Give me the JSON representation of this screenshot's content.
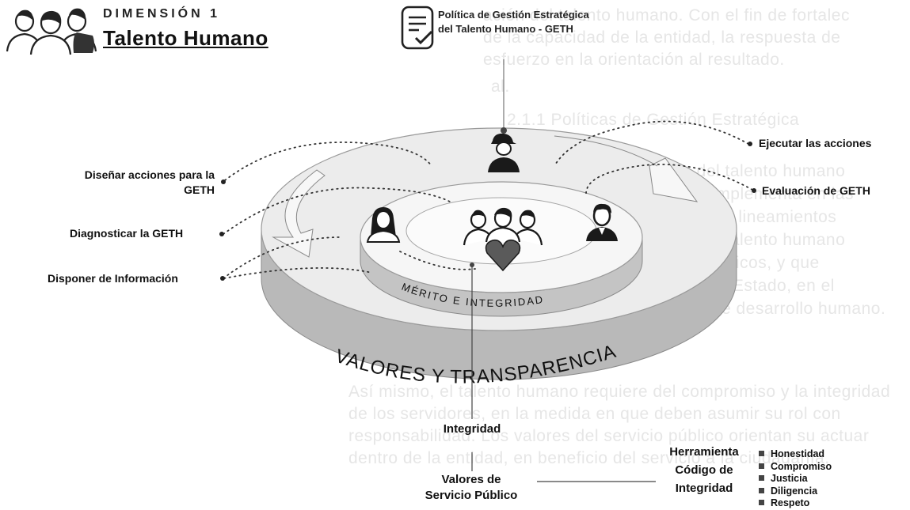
{
  "background_text": [
    "ación del talento humano. Con el fin de fortalec",
    "de la capacidad de la entidad, la respuesta de",
    "esfuerzo en la orientación al resultado.",
    "al.",
    "2.1.1 Políticas de Gestión Estratégica",
    "eta para mejorar la gestión del talento humano",
    "rrollo del servidor público, se implementa en las",
    "imiento en el que se diseñan los lineamientos",
    "en la formación y dirección del talento humano",
    "integridad de los servidores públicos, y que",
    "humano en las instituciones del Estado, en el",
    "en la mejora de los procesos de desarrollo humano.",
    "Así mismo, el talento humano requiere del compromiso y la integridad",
    "de los servidores, en la medida en que deben asumir su rol con",
    "responsabilidad. Los valores del servicio público orientan su actuar",
    "dentro de la entidad, en beneficio del servicio a la ciudadanía."
  ],
  "header": {
    "dimension_label": "DIMENSIÓN 1",
    "dimension_title": "Talento Humano",
    "policy_line1": "Política de Gestión Estratégica",
    "policy_line2": "del Talento Humano - GETH"
  },
  "steps": {
    "disenar_line1": "Diseñar acciones para la",
    "disenar_line2": "GETH",
    "diagnosticar": "Diagnosticar la GETH",
    "disponer": "Disponer de Información",
    "ejecutar": "Ejecutar las acciones",
    "evaluacion": "Evaluación de GETH"
  },
  "rings": {
    "inner": "MÉRITO E INTEGRIDAD",
    "outer": "VALORES Y TRANSPARENCIA"
  },
  "bottom": {
    "integridad": "Integridad",
    "valores_line1": "Valores de",
    "valores_line2": "Servicio Público",
    "herramienta_line1": "Herramienta",
    "herramienta_line2": "Código de",
    "herramienta_line3": "Integridad"
  },
  "values": [
    "Honestidad",
    "Compromiso",
    "Justicia",
    "Diligencia",
    "Respeto"
  ],
  "colors": {
    "ring_top": "#ececec",
    "ring_side": "#b8b8b8",
    "inner_top": "#f4f4f4",
    "heart": "#555555",
    "ink": "#111111"
  }
}
